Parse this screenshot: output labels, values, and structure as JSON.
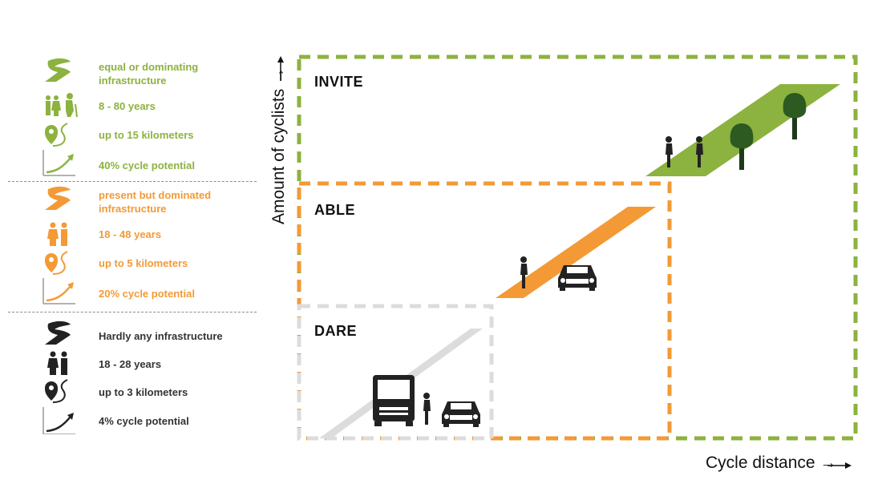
{
  "legend": [
    {
      "id": "invite",
      "color": "#8cb23f",
      "items": [
        {
          "icon": "road-icon",
          "text": "equal or dominating\ninfrastructure"
        },
        {
          "icon": "people-with-elderly-icon",
          "text": "8 - 80 years"
        },
        {
          "icon": "route-pin-icon",
          "text": "up to 15 kilometers"
        },
        {
          "icon": "growth-chart-icon",
          "text": "40% cycle potential"
        }
      ]
    },
    {
      "id": "able",
      "color": "#f39a36",
      "items": [
        {
          "icon": "road-icon",
          "text": "present but dominated\ninfrastructure"
        },
        {
          "icon": "people-icon",
          "text": "18 - 48 years"
        },
        {
          "icon": "route-pin-icon",
          "text": "up to 5 kilometers"
        },
        {
          "icon": "growth-chart-icon",
          "text": "20% cycle potential"
        }
      ]
    },
    {
      "id": "dare",
      "color": "#333333",
      "items": [
        {
          "icon": "road-icon",
          "text": "Hardly any infrastructure"
        },
        {
          "icon": "people-icon",
          "text": "18 - 28 years"
        },
        {
          "icon": "route-pin-icon",
          "text": "up to 3 kilometers"
        },
        {
          "icon": "growth-chart-icon",
          "text": "4% cycle potential"
        }
      ]
    }
  ],
  "zones": {
    "invite": {
      "label": "INVITE",
      "color": "#8cb23f"
    },
    "able": {
      "label": "ABLE",
      "color": "#f39a36"
    },
    "dare": {
      "label": "DARE",
      "color": "#dcdcdc"
    }
  },
  "axes": {
    "y_label": "Amount of cyclists →",
    "x_label": "Cycle distance →"
  }
}
